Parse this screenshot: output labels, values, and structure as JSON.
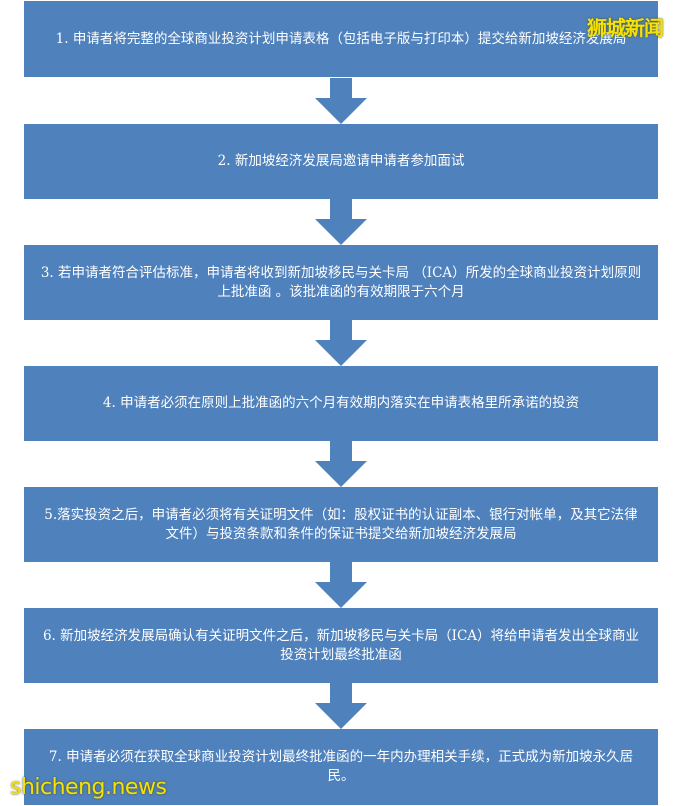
{
  "flowchart": {
    "steps": [
      "1.  申请者将完整的全球商业投资计划申请表格（包括电子版与打印本）提交给新加坡经济发展局",
      "2.  新加坡经济发展局邀请申请者参加面试",
      "3.  若申请者符合评估标准，申请者将收到新加坡移民与关卡局 （ICA）所发的全球商业投资计划原则上批准函 。该批准函的有效期限于六个月",
      "4.  申请者必须在原则上批准函的六个月有效期内落实在申请表格里所承诺的投资",
      "5.落实投资之后，申请者必须将有关证明文件（如：股权证书的认证副本、银行对帐单，及其它法律文件）与投资条款和条件的保证书提交给新加坡经济发展局",
      "6.  新加坡经济发展局确认有关证明文件之后，新加坡移民与关卡局（ICA）将给申请者发出全球商业投资计划最终批准函",
      "7.  申请者必须在获取全球商业投资计划最终批准函的一年内办理相关手续，正式成为新加坡永久居民。"
    ]
  },
  "watermarks": {
    "top_right": "狮城新闻",
    "bottom_left": "shicheng.news"
  },
  "colors": {
    "box_fill": "#4f81bd",
    "arrow_fill": "#4f81bd",
    "watermark": "#f5e10a"
  }
}
